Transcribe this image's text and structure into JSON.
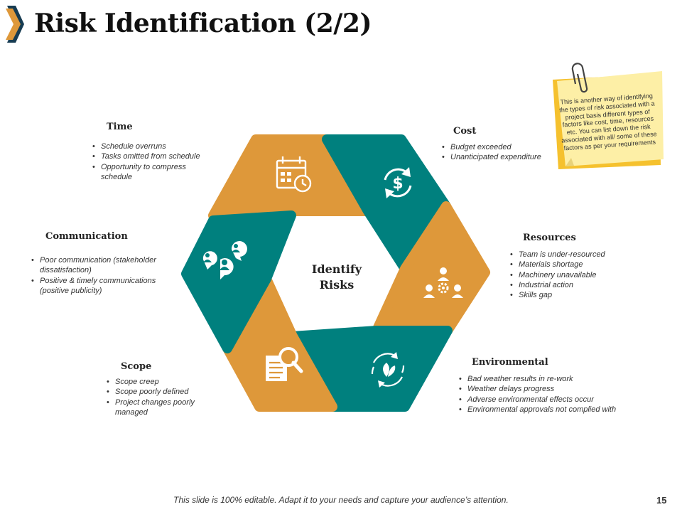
{
  "slide": {
    "title": "Risk Identification (2/2)",
    "page_number": "15",
    "footer": "This slide is 100% editable. Adapt it to your needs and capture your audience’s attention."
  },
  "colors": {
    "orange": "#DE983A",
    "teal": "#00807E",
    "navy": "#173C52",
    "note_yellow": "#FDEFA6",
    "note_shadow": "#F5C12E"
  },
  "diagram": {
    "center_label_line1": "Identify",
    "center_label_line2": "Risks",
    "segments": [
      {
        "name": "Time",
        "color": "orange",
        "icon": "calendar-clock-icon",
        "bullets": [
          "Schedule overruns",
          "Tasks omitted from schedule",
          "Opportunity to compress schedule"
        ]
      },
      {
        "name": "Cost",
        "color": "teal",
        "icon": "dollar-cycle-icon",
        "bullets": [
          "Budget exceeded",
          "Unanticipated expenditure"
        ]
      },
      {
        "name": "Resources",
        "color": "orange",
        "icon": "team-gear-icon",
        "bullets": [
          "Team is under-resourced",
          "Materials shortage",
          "Machinery unavailable",
          "Industrial action",
          "Skills gap"
        ]
      },
      {
        "name": "Environmental",
        "color": "teal",
        "icon": "eco-leaf-cycle-icon",
        "bullets": [
          "Bad weather results in re-work",
          "Weather delays progress",
          "Adverse environmental effects occur",
          "Environmental approvals not complied with"
        ]
      },
      {
        "name": "Scope",
        "color": "orange",
        "icon": "document-search-icon",
        "bullets": [
          "Scope creep",
          "Scope poorly defined",
          "Project changes poorly managed"
        ]
      },
      {
        "name": "Communication",
        "color": "teal",
        "icon": "people-chat-icon",
        "bullets": [
          "Poor communication (stakeholder dissatisfaction)",
          "Positive & timely communications (positive publicity)"
        ]
      }
    ]
  },
  "sticky_note": {
    "icon": "paperclip-icon",
    "text": "This is another way of identifying the types of risk associated with a project basis different types of factors like cost, time, resources etc. You can list down the risk associated with all/ some of these factors as per your requirements"
  }
}
